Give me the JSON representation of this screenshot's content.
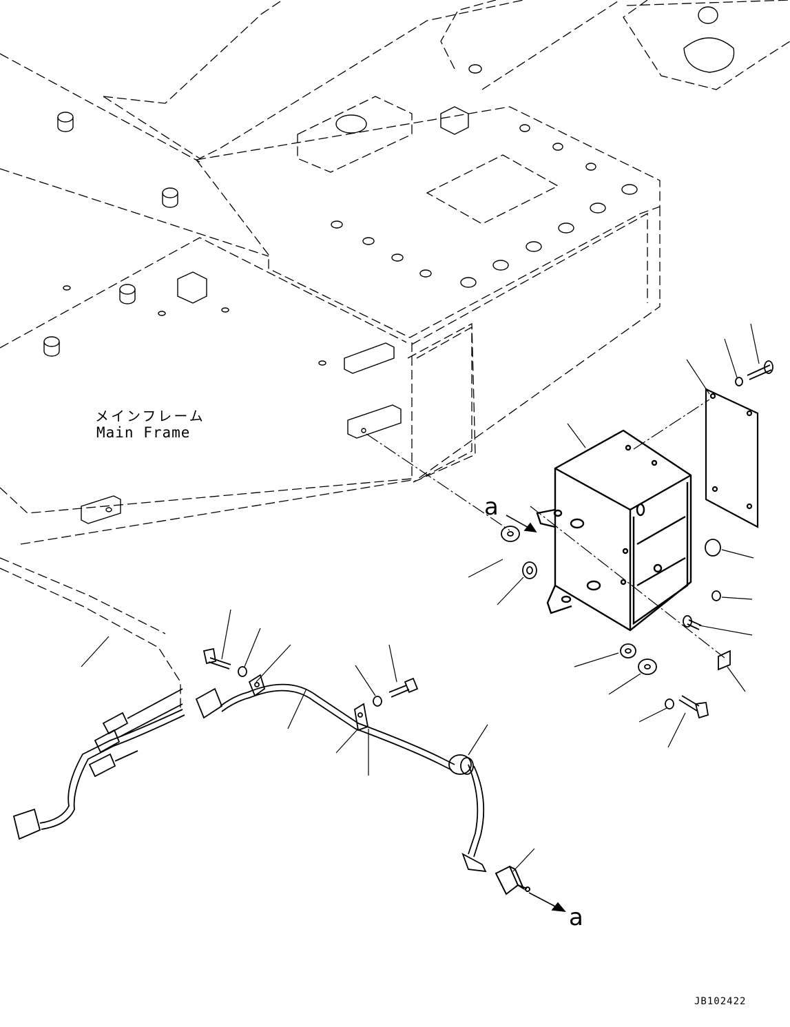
{
  "labels": {
    "main_frame_jp": "メインフレーム",
    "main_frame_en": "Main Frame",
    "view_marker_start": "a",
    "view_marker_end": "a",
    "drawing_number": "JB102422"
  },
  "colors": {
    "line": "#000000",
    "background": "#ffffff"
  }
}
